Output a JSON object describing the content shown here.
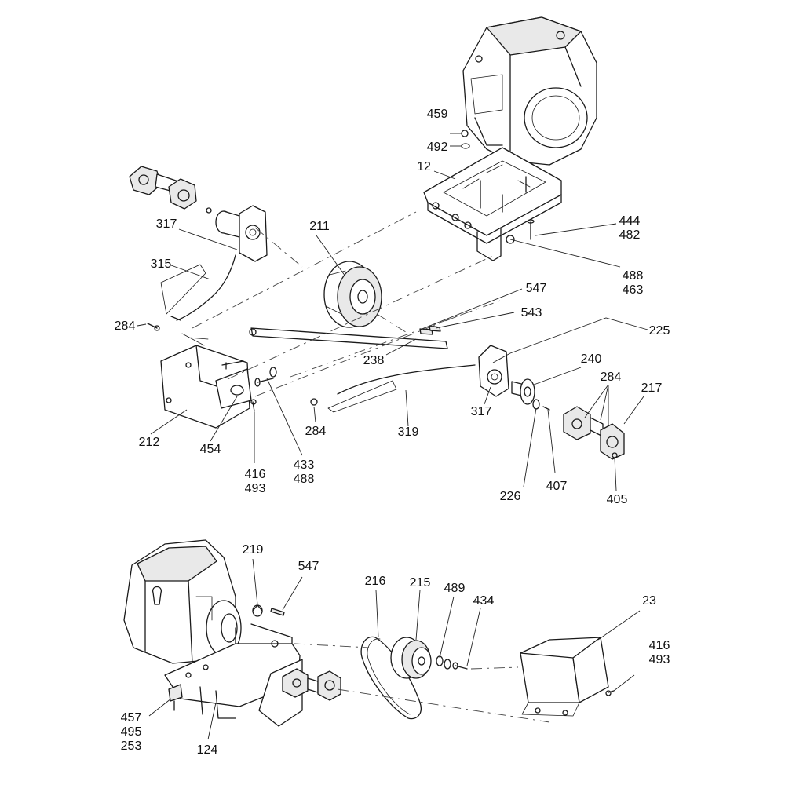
{
  "callouts": {
    "c459": "459",
    "c492": "492",
    "c12": "12",
    "c444": "444",
    "c482": "482",
    "c488a": "488",
    "c463": "463",
    "c317a": "317",
    "c211": "211",
    "c315": "315",
    "c284a": "284",
    "c547a": "547",
    "c543": "543",
    "c225": "225",
    "c238": "238",
    "c240": "240",
    "c284b": "284",
    "c217": "217",
    "c317b": "317",
    "c319": "319",
    "c284c": "284",
    "c212": "212",
    "c454": "454",
    "c416a": "416",
    "c493a": "493",
    "c433": "433",
    "c488b": "488",
    "c226": "226",
    "c407": "407",
    "c405": "405",
    "c219": "219",
    "c547b": "547",
    "c216": "216",
    "c215": "215",
    "c489": "489",
    "c434": "434",
    "c23": "23",
    "c416b": "416",
    "c493b": "493",
    "c457": "457",
    "c495": "495",
    "c253": "253",
    "c124": "124"
  }
}
